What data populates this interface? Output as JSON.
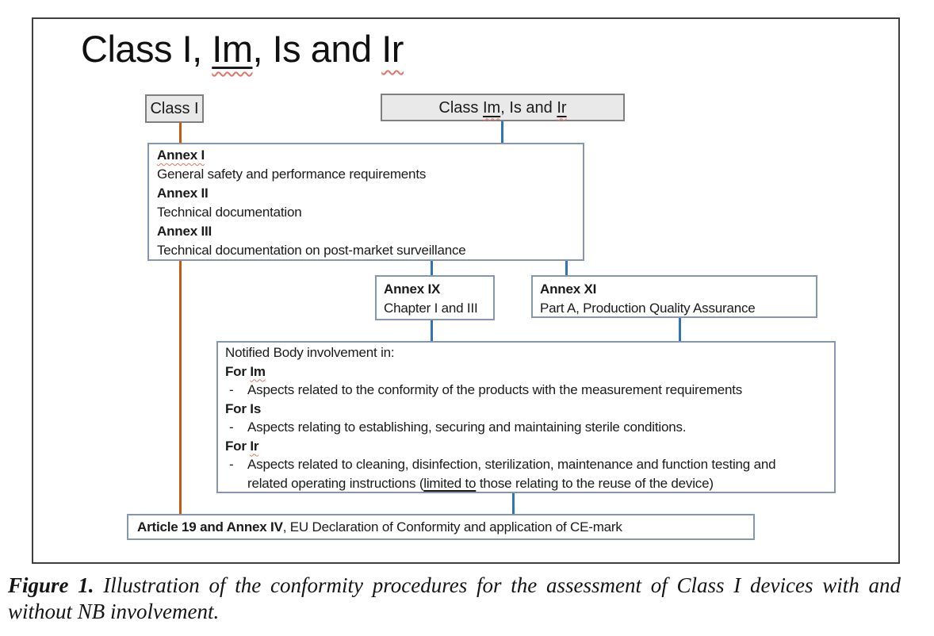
{
  "colors": {
    "orange_connector": "#C55A11",
    "blue_connector": "#2E75B6",
    "gray_box_fill": "#E9E9E9",
    "gray_box_border": "#7F7F7F",
    "white_box_border": "#8496B0",
    "frame_border": "#3F3F3F",
    "spellcheck_red": "#E07468"
  },
  "title": {
    "part1": "Class I, ",
    "im": "Im",
    "part2": ", Is and ",
    "ir": "Ir"
  },
  "boxes": {
    "class_i": {
      "label": "Class I"
    },
    "class_im_is_ir": {
      "part1": "Class ",
      "im": "Im",
      "part2": ", Is and ",
      "ir": "Ir"
    },
    "annex_requirements": {
      "items": [
        {
          "heading": "Annex I",
          "desc": "General safety and performance requirements"
        },
        {
          "heading": "Annex II",
          "desc": "Technical documentation"
        },
        {
          "heading": "Annex III",
          "desc": "Technical documentation on post-market surveillance"
        }
      ]
    },
    "annex_ix": {
      "heading": "Annex IX",
      "desc": "Chapter I and III"
    },
    "annex_xi": {
      "heading": "Annex XI",
      "desc": "Part A, Production Quality Assurance"
    },
    "notified_body": {
      "intro": "Notified Body involvement in:",
      "bullet_char": "-",
      "for_im_pre": "For ",
      "for_im": "Im",
      "bullet_im": "Aspects related to the conformity of the products with the measurement requirements",
      "for_is": "For Is",
      "bullet_is": "Aspects relating to establishing, securing and maintaining sterile conditions.",
      "for_ir_pre": "For ",
      "for_ir": "Ir",
      "bullet_ir_line1": "Aspects related to cleaning, disinfection, sterilization, maintenance and function testing and",
      "bullet_ir_line2_pre": "related operating instructions (",
      "bullet_ir_underlined": "limited to",
      "bullet_ir_line2_post": " those relating to the reuse of the device)"
    },
    "article_19": {
      "bold": "Article 19 and Annex IV",
      "rest": ", EU Declaration of Conformity and application of CE-mark"
    }
  },
  "caption": {
    "label": "Figure 1.",
    "line1_rest": " Illustration of the conformity procedures for the assessment of Class I devices with and",
    "line2": "without NB involvement."
  }
}
